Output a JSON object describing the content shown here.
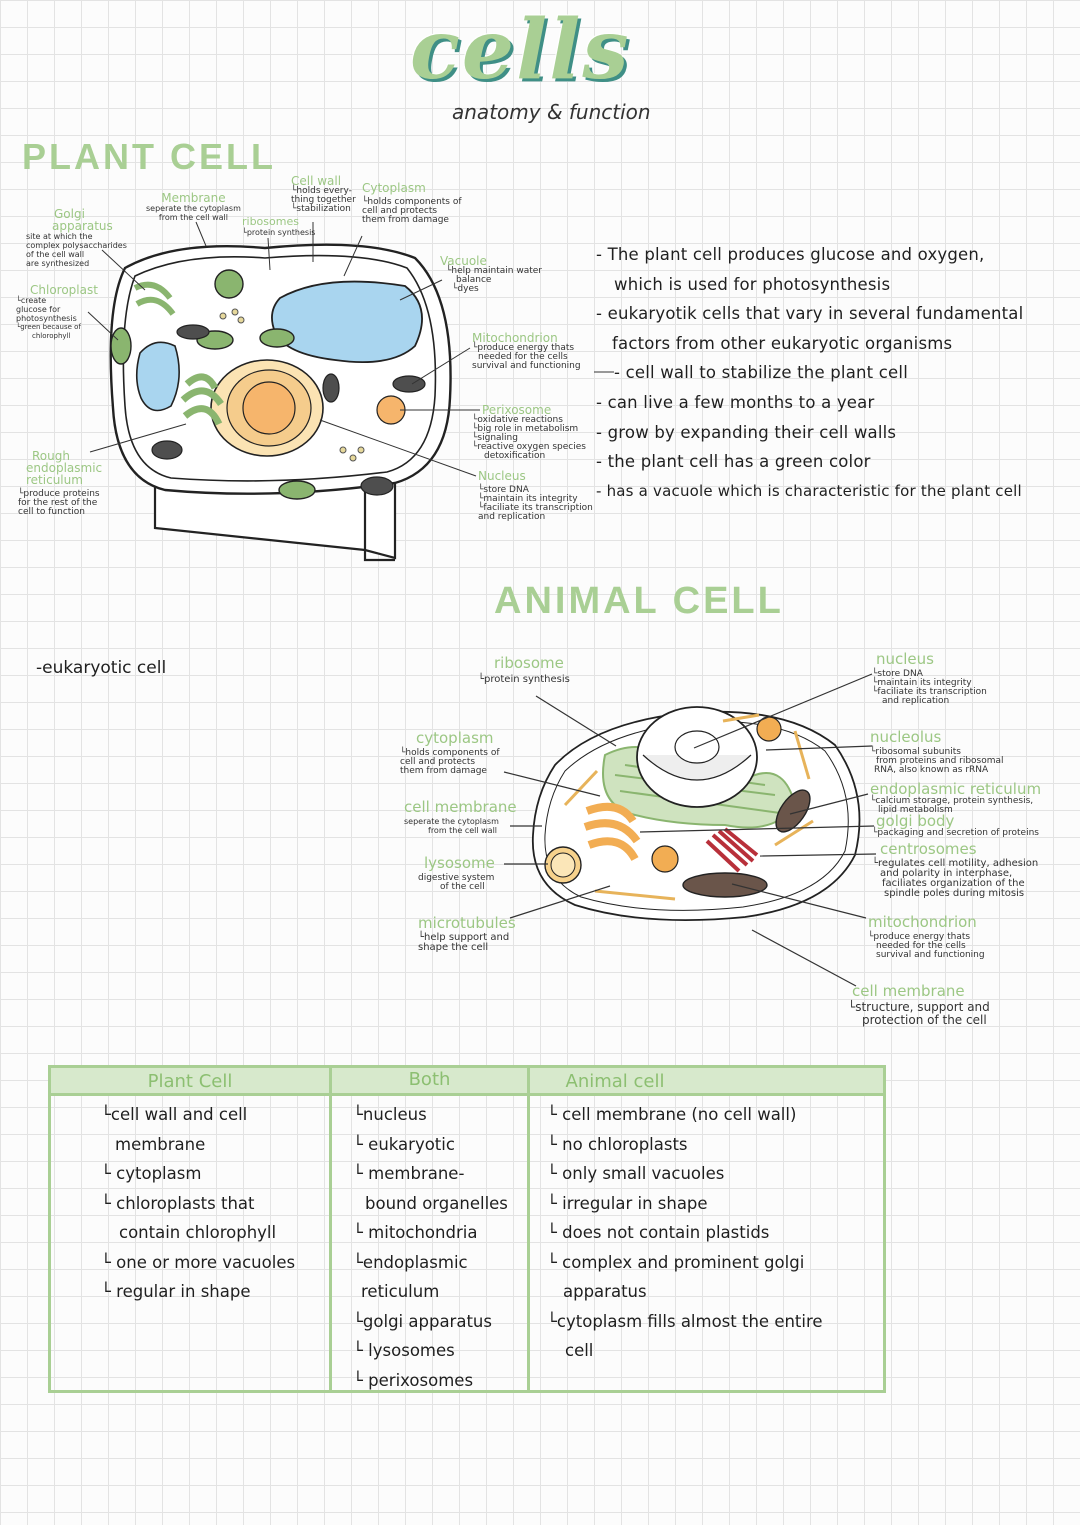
{
  "header": {
    "title": "cells",
    "subtitle": "anatomy & function"
  },
  "plant": {
    "heading": "PLANT CELL",
    "labels": {
      "cell_wall": "Cell wall",
      "cell_wall_desc": [
        "└holds every-",
        "thing together",
        "└stabilization"
      ],
      "cytoplasm": "Cytoplasm",
      "cytoplasm_desc": [
        "└holds components of",
        "cell and protects",
        "them from damage"
      ],
      "membrane": "Membrane",
      "membrane_desc": [
        "seperate the cytoplasm",
        "from the cell wall"
      ],
      "ribosomes": "ribosomes",
      "ribosomes_desc": "└protein synthesis",
      "golgi": [
        "Golgi",
        "apparatus"
      ],
      "golgi_desc": [
        "site at which the",
        "complex polysaccharides",
        "of the cell wall",
        "are synthesized"
      ],
      "chloroplast": "Chloroplast",
      "chloroplast_desc": [
        "└create",
        "glucose for",
        "photosynthesis",
        "└green because of",
        "chlorophyll"
      ],
      "vacuole": "Vacuole",
      "vacuole_desc": [
        "└help maintain water",
        "balance",
        "└dyes"
      ],
      "mitochondrion": "Mitochondrion",
      "mitochondrion_desc": [
        "└produce energy thats",
        "needed for the cells",
        "survival and functioning"
      ],
      "perixosome": "Perixosome",
      "perixosome_desc": [
        "└oxidative reactions",
        "└big role in metabolism",
        "└signaling",
        "└reactive oxygen species",
        "detoxification"
      ],
      "nucleus": "Nucleus",
      "nucleus_desc": [
        "└store DNA",
        "└maintain its integrity",
        "└faciliate its transcription",
        "and replication"
      ],
      "rough_er": [
        "Rough",
        "endoplasmic",
        "reticulum"
      ],
      "rough_er_desc": [
        "└produce proteins",
        "for the rest of the",
        "cell to function"
      ]
    },
    "notes": [
      "- The plant cell produces glucose and oxygen,",
      "  which is used for photosynthesis",
      "- eukaryotik cells that vary in several fundamental",
      "  factors from other eukaryotic organisms",
      "- cell wall to stabilize the plant cell",
      "- can live a few months to a year",
      "- grow by expanding their cell walls",
      "- the plant cell has a green color",
      "- has a vacuole which is characteristic for the plant cell"
    ]
  },
  "animal": {
    "heading": "ANIMAL CELL",
    "side_note": "-eukaryotic cell",
    "labels": {
      "ribosome": "ribosome",
      "ribosome_desc": "└protein synthesis",
      "cytoplasm": "cytoplasm",
      "cytoplasm_desc": [
        "└holds components of",
        "cell and protects",
        "them from damage"
      ],
      "cell_membrane_left": "cell membrane",
      "cell_membrane_left_desc": [
        "seperate the cytoplasm",
        "from the cell wall"
      ],
      "lysosome": "lysosome",
      "lysosome_desc": [
        "digestive system",
        "of the cell"
      ],
      "microtubules": "microtubules",
      "microtubules_desc": [
        "└help support and",
        "shape the cell"
      ],
      "nucleus": "nucleus",
      "nucleus_desc": [
        "└store DNA",
        "└maintain its integrity",
        "└faciliate its transcription",
        "and replication"
      ],
      "nucleolus": "nucleolus",
      "nucleolus_desc": [
        "└ribosomal subunits",
        "from proteins and ribosomal",
        "RNA, also known as rRNA"
      ],
      "er": "endoplasmic reticulum",
      "er_desc": [
        "└calcium storage, protein synthesis,",
        "lipid metabolism"
      ],
      "golgi": "golgi body",
      "golgi_desc": "└packaging and secretion of proteins",
      "centrosomes": "centrosomes",
      "centrosomes_desc": [
        "└regulates cell motility, adhesion",
        "and polarity in interphase,",
        "faciliates organization of the",
        "spindle poles during mitosis"
      ],
      "mitochondrion": "mitochondrion",
      "mitochondrion_desc": [
        "└produce energy thats",
        "needed for the cells",
        "survival and functioning"
      ],
      "cell_membrane_bottom": "cell membrane",
      "cell_membrane_bottom_desc": [
        "└structure, support and",
        "protection of the cell"
      ]
    }
  },
  "table": {
    "columns": [
      "Plant Cell",
      "Both",
      "Animal cell"
    ],
    "plant_items": [
      "└cell wall and cell",
      "  membrane",
      "└ cytoplasm",
      "└ chloroplasts that",
      "  contain chlorophyll",
      "└ one or more vacuoles",
      "└ regular in shape"
    ],
    "both_items": [
      "└nucleus",
      "└ eukaryotic",
      "└ membrane-",
      "  bound organelles",
      "└ mitochondria",
      "└endoplasmic",
      "  reticulum",
      "└golgi apparatus",
      "└ lysosomes",
      "└ perixosomes"
    ],
    "animal_items": [
      "└ cell membrane (no cell wall)",
      "└ no chloroplasts",
      "└ only small vacuoles",
      "└ irregular in shape",
      "└ does not contain plastids",
      "└ complex and prominent golgi",
      "  apparatus",
      "└cytoplasm fills almost the entire",
      "  cell"
    ]
  }
}
